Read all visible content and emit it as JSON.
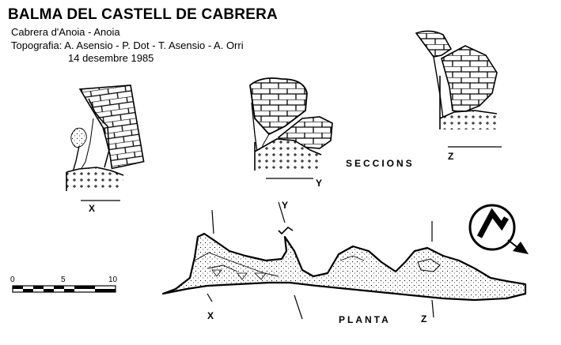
{
  "header": {
    "title": "BALMA DEL CASTELL DE CABRERA",
    "location": "Cabrera d'Anoia - Anoia",
    "survey": "Topografia: A. Asensio - P. Dot - T. Asensio - A. Orri",
    "date": "14 desembre 1985"
  },
  "labels": {
    "sections": "SECCIONS",
    "plan": "PLANTA",
    "section_x": "X",
    "section_y": "Y",
    "section_z": "Z",
    "plan_x": "X",
    "plan_y": "Y",
    "plan_z": "Z"
  },
  "scale_bar": {
    "ticks": [
      "0",
      "5",
      "10"
    ]
  },
  "colors": {
    "ink": "#000000",
    "paper": "#ffffff"
  },
  "icons": {
    "north": "north-arrow-icon"
  }
}
